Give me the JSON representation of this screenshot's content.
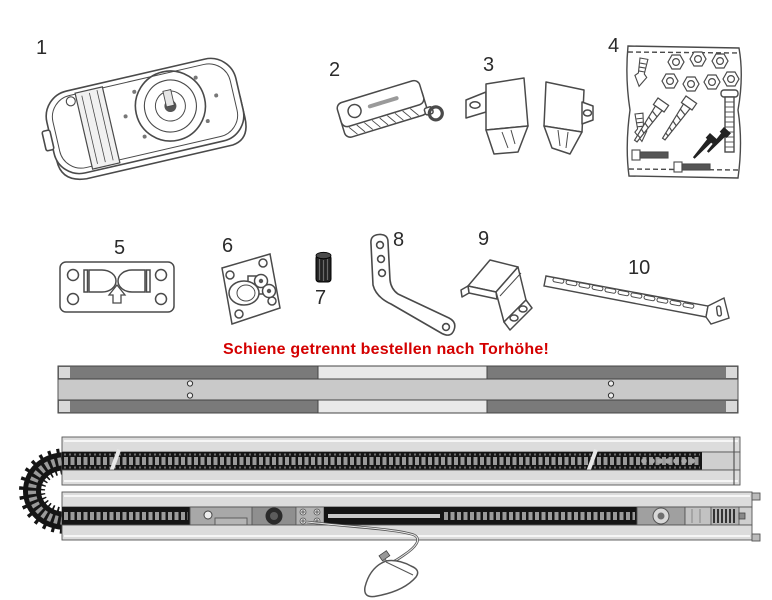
{
  "notice": {
    "text": "Schiene getrennt bestellen nach Torhöhe!"
  },
  "parts": [
    {
      "label": "1"
    },
    {
      "label": "2"
    },
    {
      "label": "3"
    },
    {
      "label": "4"
    },
    {
      "label": "5"
    },
    {
      "label": "6"
    },
    {
      "label": "7"
    },
    {
      "label": "8"
    },
    {
      "label": "9"
    },
    {
      "label": "10"
    }
  ],
  "colors": {
    "notice_red": "#d40000",
    "line": "#4a4a4a",
    "label_text": "#2b2b2b",
    "rail_web": "#c9c9c9",
    "rail_flange_dark": "#7a7a7a",
    "rail_flange_light": "#e9e9e9",
    "rail_light": "#dcdcdc",
    "chain_black": "#151515",
    "chain_teeth": "#9a9a9a",
    "trolley_gray": "#a8a8a8",
    "background": "#ffffff"
  }
}
